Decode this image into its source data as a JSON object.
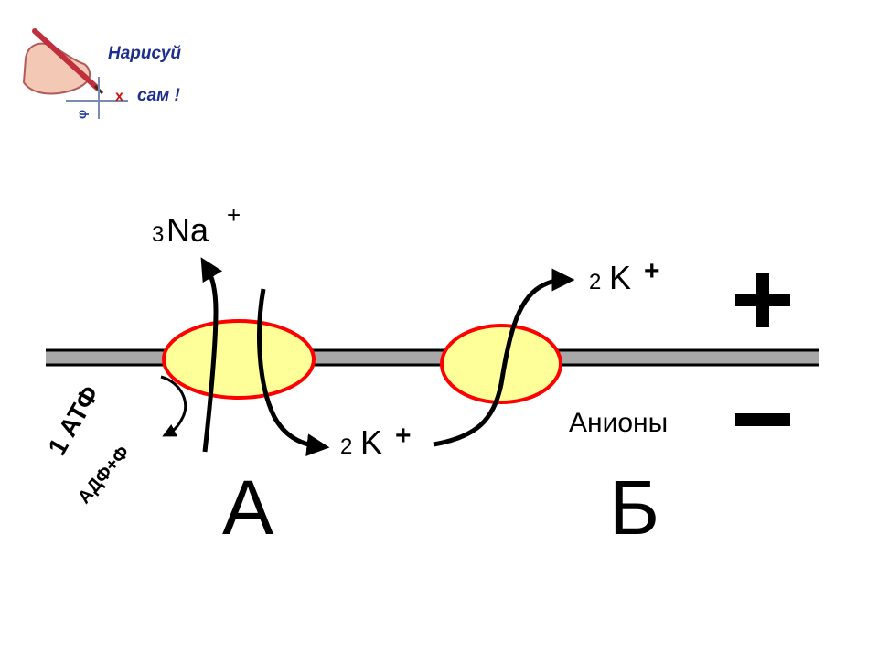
{
  "logo": {
    "line1": "Нарисуй",
    "line2": "сам !"
  },
  "diagram": {
    "na": {
      "count": "3",
      "ion": "Na",
      "charge": "+"
    },
    "k_top": {
      "count": "2",
      "ion": "K",
      "charge": "+"
    },
    "k_mid": {
      "count": "2",
      "ion": "K",
      "charge": "+"
    },
    "atp": "1 АТФ",
    "adp": "АДФ+Ф",
    "anions": "Анионы",
    "plus": "+",
    "minus": "−",
    "label_a": "А",
    "label_b": "Б"
  },
  "colors": {
    "membrane": "#a8a8a8",
    "membrane_edge": "#000000",
    "protein_fill": "#ffff99",
    "protein_edge": "#ff0000",
    "logo_text": "#1f2f8f"
  }
}
